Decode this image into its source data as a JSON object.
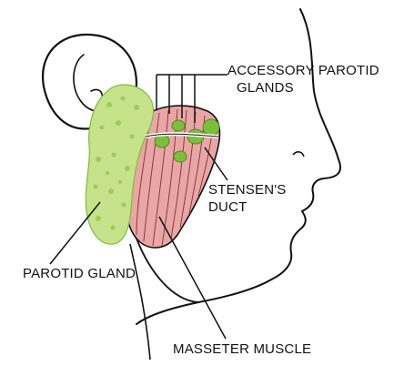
{
  "labels": {
    "accessory_parotid": [
      "ACCESSORY PAROTID",
      "GLANDS"
    ],
    "stensens_duct": [
      "STENSEN'S",
      "DUCT"
    ],
    "parotid_gland": "PAROTID GLAND",
    "masseter_muscle": "MASSETER MUSCLE"
  },
  "colors": {
    "gland_fill": "#c6e28a",
    "gland_dark": "#7cbf3a",
    "muscle_fill": "#e9a6a6",
    "muscle_line": "#8a3b3b",
    "outline": "#111111"
  }
}
